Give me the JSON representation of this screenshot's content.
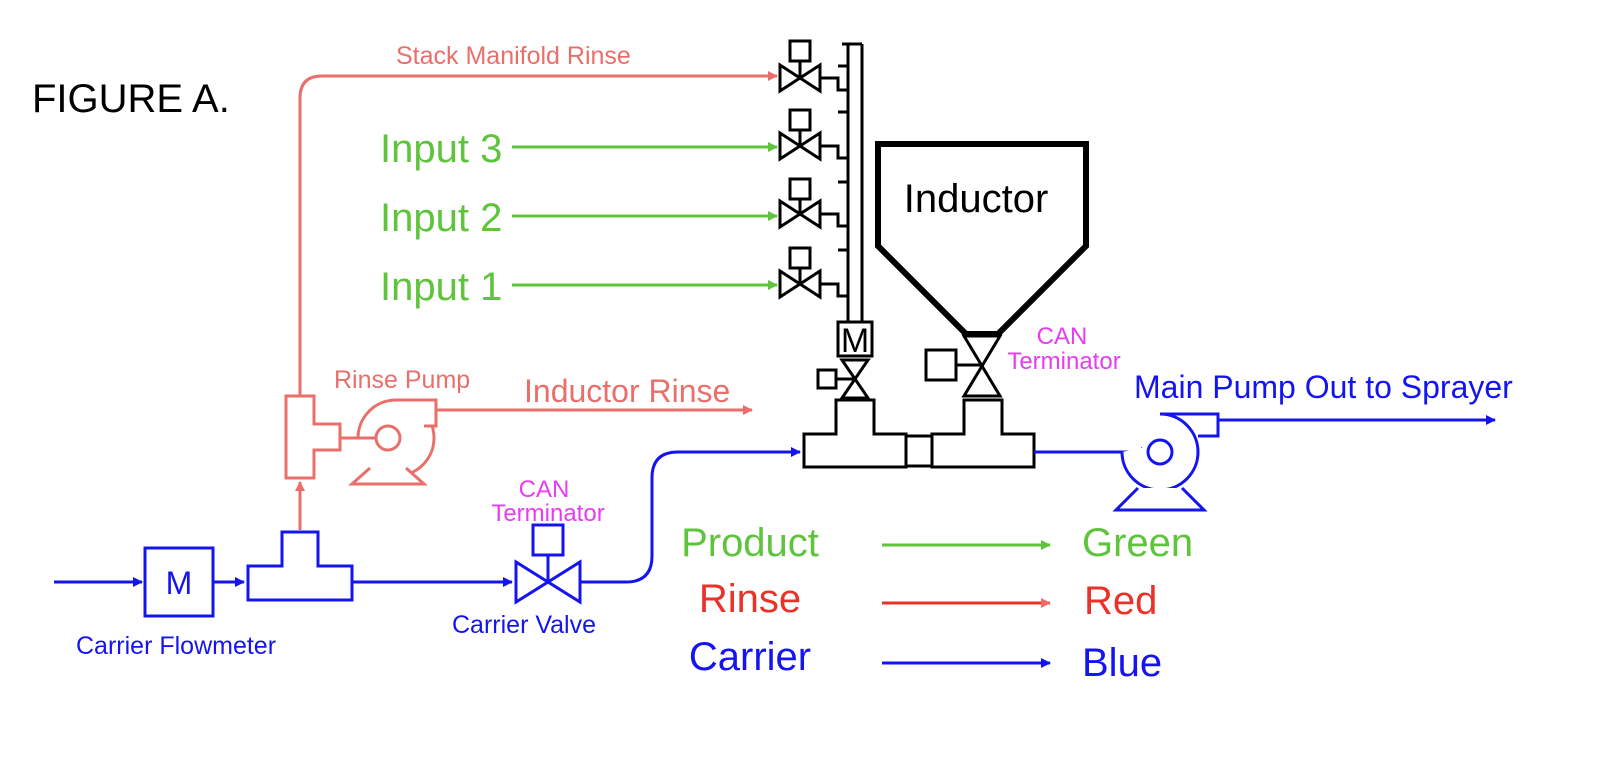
{
  "figure_label": "FIGURE A.",
  "colors": {
    "product": "#5ec43c",
    "rinse": "#ea6f6b",
    "carrier": "#1414f0",
    "can": "#e83cf0",
    "legend_red": "#e8332b",
    "black": "#000000"
  },
  "labels": {
    "stack_manifold_rinse": "Stack Manifold Rinse",
    "input3": "Input 3",
    "input2": "Input 2",
    "input1": "Input 1",
    "inductor": "Inductor",
    "rinse_pump": "Rinse Pump",
    "inductor_rinse": "Inductor Rinse",
    "can_terminator_line1": "CAN",
    "can_terminator_line2": "Terminator",
    "main_pump_out": "Main Pump Out to Sprayer",
    "carrier_flowmeter": "Carrier Flowmeter",
    "carrier_valve": "Carrier Valve",
    "meter_symbol": "M"
  },
  "legend": [
    {
      "line": "Product",
      "color_name": "Green"
    },
    {
      "line": "Rinse",
      "color_name": "Red"
    },
    {
      "line": "Carrier",
      "color_name": "Blue"
    }
  ]
}
